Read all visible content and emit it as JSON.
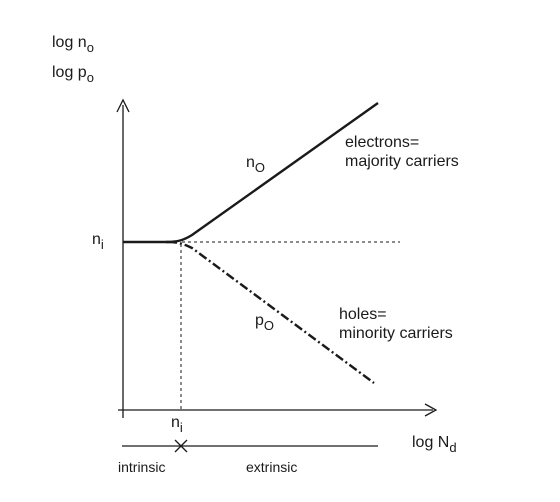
{
  "y_axis_label_1": {
    "base": "log n",
    "sub": "o"
  },
  "y_axis_label_2": {
    "base": "log p",
    "sub": "o"
  },
  "x_axis_label": {
    "base": "log N",
    "sub": "d"
  },
  "ni_y_label": {
    "base": "n",
    "sub": "i"
  },
  "ni_x_label": {
    "base": "n",
    "sub": "i"
  },
  "no_curve_label": {
    "base": "n",
    "sub": "O"
  },
  "po_curve_label": {
    "base": "p",
    "sub": "O"
  },
  "electrons_annotation": {
    "line1": "electrons=",
    "line2": "majority carriers"
  },
  "holes_annotation": {
    "line1": "holes=",
    "line2": "minority carriers"
  },
  "regime_intrinsic": "intrinsic",
  "regime_extrinsic": "extrinsic"
}
